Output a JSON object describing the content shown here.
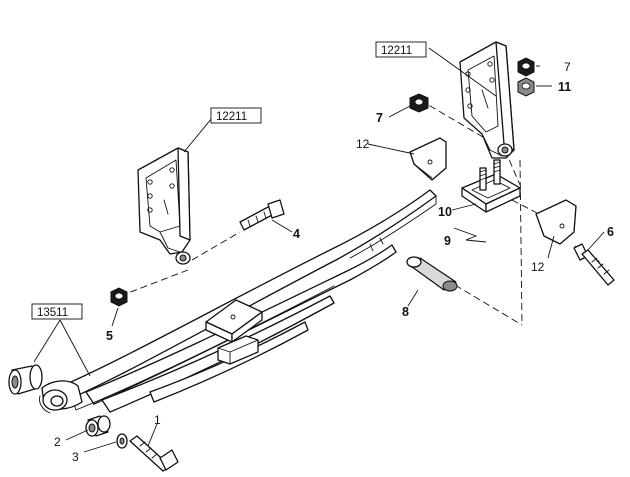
{
  "callouts": {
    "c1": "1",
    "c2": "2",
    "c3": "3",
    "c4": "4",
    "c5": "5",
    "c6": "6",
    "c7_top": "7",
    "c7_mid": "7",
    "c8": "8",
    "c9": "9",
    "c10": "10",
    "c11": "11",
    "c12_top": "12",
    "c12_right": "12"
  },
  "assembly_refs": {
    "bracket_left": "12211",
    "bracket_right": "12211",
    "spring": "13511"
  }
}
